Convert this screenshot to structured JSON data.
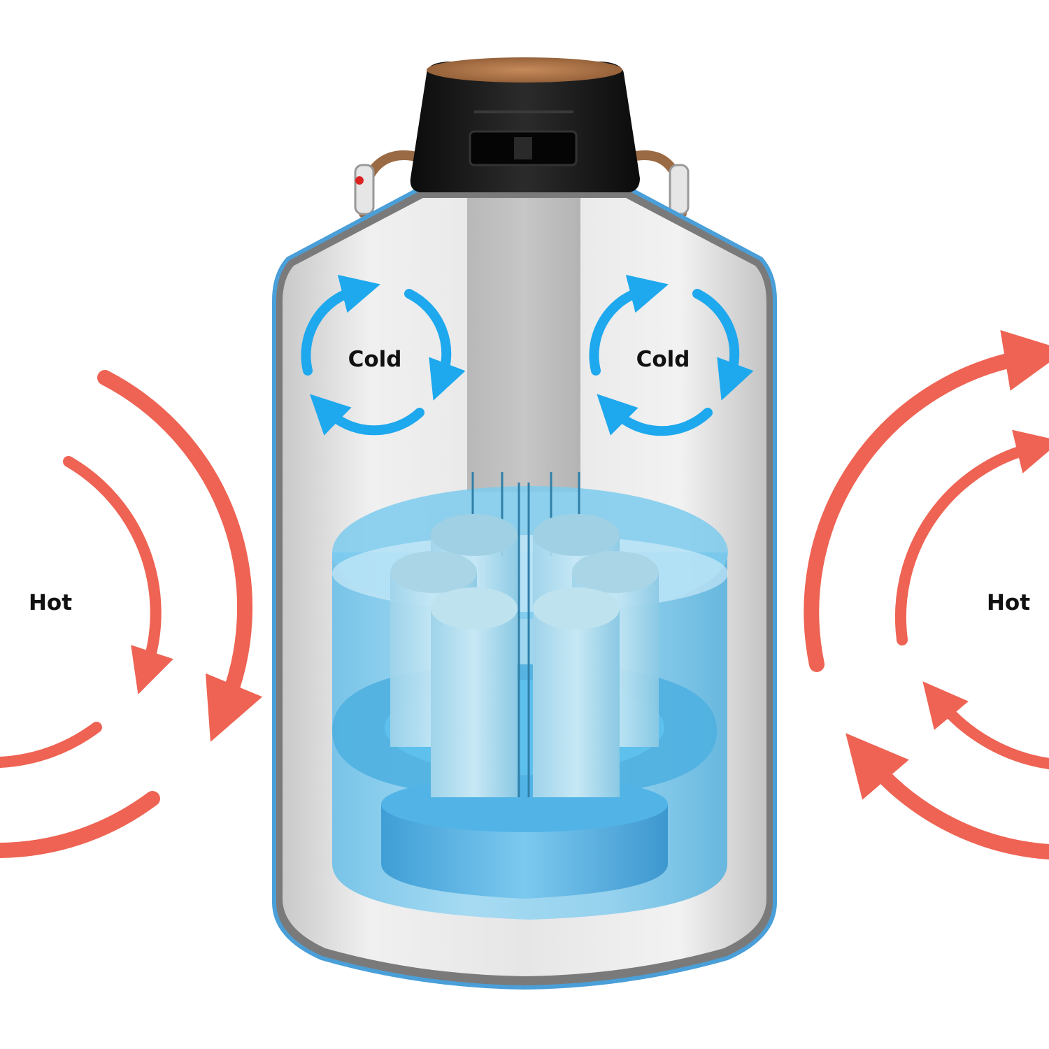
{
  "labels": {
    "cold_left": "Cold",
    "cold_right": "Cold",
    "hot_left": "Hot",
    "hot_right": "Hot"
  },
  "colors": {
    "hot_arrow": "#ee6353",
    "cold_arrow": "#1ea8ee",
    "body": "#e2e2e2",
    "lid": "#151515",
    "liquid": "#5bbce8",
    "insulation_edge": "#4a9fd8"
  },
  "icons": {
    "hot_arrows": "curved-arrow",
    "cold_arrows": "circular-arrow"
  }
}
